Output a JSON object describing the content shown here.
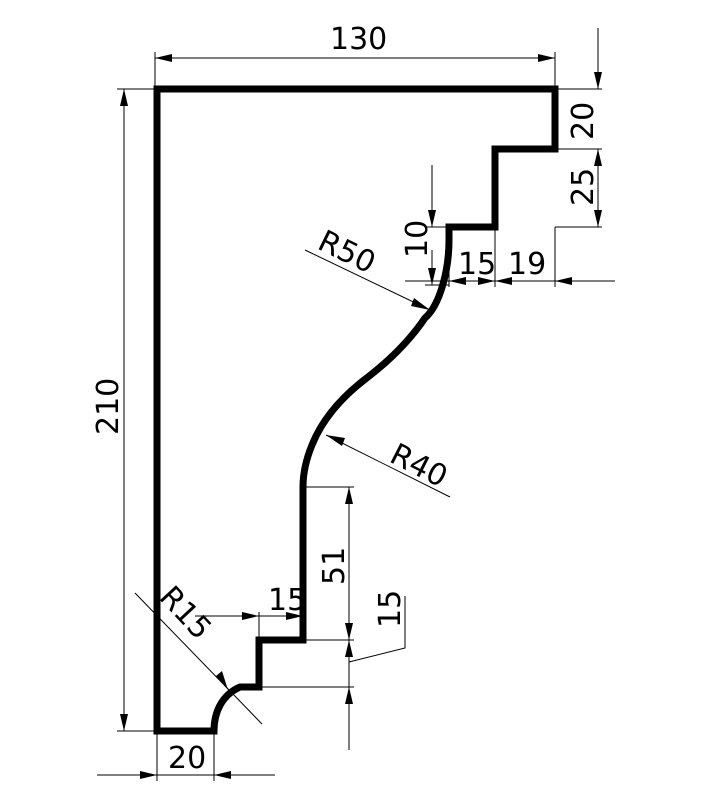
{
  "diagram": {
    "profile": "cornice-molding-profile",
    "dimensions": {
      "top_width": "130",
      "total_height": "210",
      "top_step_height": "20",
      "second_step_height": "25",
      "third_step_height": "10",
      "third_step_width": "15",
      "second_step_width": "19",
      "upper_radius": "R50",
      "lower_radius": "R40",
      "vertical_segment": "51",
      "lower_step_width": "15",
      "lower_step_height": "15",
      "corner_radius": "R15",
      "base_width": "20"
    }
  }
}
